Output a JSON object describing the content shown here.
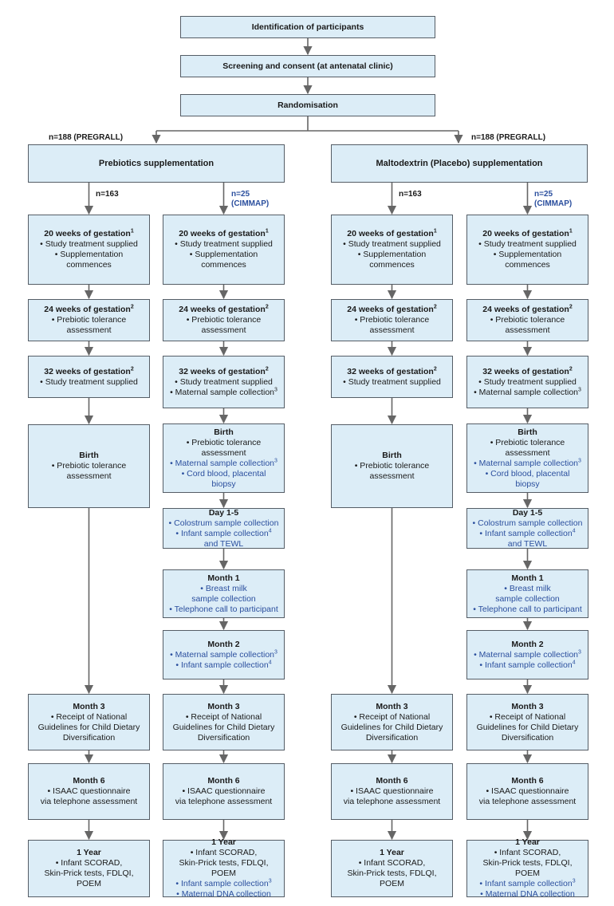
{
  "top_steps": [
    {
      "id": "identification",
      "text": "Identification of participants"
    },
    {
      "id": "screening",
      "text": "Screening and consent (at antenatal clinic)"
    },
    {
      "id": "randomisation",
      "text": "Randomisation"
    }
  ],
  "arms": [
    {
      "id": "prebiotics",
      "label": "n=188 (PREGRALL)",
      "title": "Prebiotics supplementation",
      "branches": [
        {
          "label": [
            "n=163"
          ],
          "label_color": "dark"
        },
        {
          "label": [
            "n=25",
            "(CIMMAP)"
          ],
          "label_color": "blue"
        }
      ]
    },
    {
      "id": "placebo",
      "label": "n=188 (PREGRALL)",
      "title": "Maltodextrin (Placebo) supplementation",
      "branches": [
        {
          "label": [
            "n=163"
          ],
          "label_color": "dark"
        },
        {
          "label": [
            "n=25",
            "(CIMMAP)"
          ],
          "label_color": "blue"
        }
      ]
    }
  ],
  "column_boxes": {
    "pregrall": [
      {
        "id": "w20",
        "title": "20 weeks of gestation",
        "sup": "1",
        "lines": [
          {
            "t": "• Study treatment supplied"
          },
          {
            "t": "• Supplementation"
          },
          {
            "t": "commences"
          }
        ]
      },
      {
        "id": "w24",
        "title": "24 weeks of gestation",
        "sup": "2",
        "lines": [
          {
            "t": "• Prebiotic tolerance"
          },
          {
            "t": "assessment"
          }
        ]
      },
      {
        "id": "w32",
        "title": "32 weeks of gestation",
        "sup": "2",
        "lines": [
          {
            "t": "• Study treatment supplied"
          }
        ]
      },
      {
        "id": "birth",
        "title": "Birth",
        "lines": [
          {
            "t": "• Prebiotic tolerance"
          },
          {
            "t": "assessment"
          }
        ]
      },
      {
        "id": "m3",
        "title": "Month 3",
        "lines": [
          {
            "t": "• Receipt of National"
          },
          {
            "t": "Guidelines for Child Dietary"
          },
          {
            "t": "Diversification"
          }
        ]
      },
      {
        "id": "m6",
        "title": "Month 6",
        "lines": [
          {
            "t": "• ISAAC questionnaire"
          },
          {
            "t": "via telephone assessment"
          }
        ]
      },
      {
        "id": "y1",
        "title": "1 Year",
        "lines": [
          {
            "t": "• Infant SCORAD,"
          },
          {
            "t": "Skin-Prick tests, FDLQI, POEM"
          }
        ]
      }
    ],
    "cimmap": [
      {
        "id": "w20",
        "title": "20 weeks of gestation",
        "sup": "1",
        "lines": [
          {
            "t": "• Study treatment supplied"
          },
          {
            "t": "• Supplementation"
          },
          {
            "t": "commences"
          }
        ]
      },
      {
        "id": "w24",
        "title": "24 weeks of gestation",
        "sup": "2",
        "lines": [
          {
            "t": "• Prebiotic tolerance"
          },
          {
            "t": "assessment"
          }
        ]
      },
      {
        "id": "w32",
        "title": "32 weeks of gestation",
        "sup": "2",
        "lines": [
          {
            "t": "• Study treatment supplied"
          },
          {
            "t": "• Maternal sample collection",
            "sup": "3"
          }
        ]
      },
      {
        "id": "birth",
        "title": "Birth",
        "lines": [
          {
            "t": "• Prebiotic tolerance"
          },
          {
            "t": "assessment"
          },
          {
            "t": "• Maternal sample collection",
            "sup": "3",
            "blue": true
          },
          {
            "t": "• Cord blood, placental",
            "blue": true
          },
          {
            "t": "biopsy",
            "blue": true
          }
        ]
      },
      {
        "id": "d15",
        "title": "Day 1-5",
        "lines": [
          {
            "t": "• Colostrum sample collection",
            "blue": true
          },
          {
            "t": "• Infant sample collection",
            "sup": "4",
            "blue": true
          },
          {
            "t": "and TEWL",
            "blue": true
          }
        ]
      },
      {
        "id": "m1",
        "title": "Month 1",
        "lines": [
          {
            "t": "• Breast milk",
            "blue": true
          },
          {
            "t": "sample collection",
            "blue": true
          },
          {
            "t": "• Telephone call to participant",
            "blue": true
          }
        ]
      },
      {
        "id": "m2",
        "title": "Month 2",
        "lines": [
          {
            "t": "• Maternal sample collection",
            "sup": "3",
            "blue": true
          },
          {
            "t": "• Infant sample collection",
            "sup": "4",
            "blue": true
          }
        ]
      },
      {
        "id": "m3",
        "title": "Month 3",
        "lines": [
          {
            "t": "• Receipt of National"
          },
          {
            "t": "Guidelines for Child Dietary"
          },
          {
            "t": "Diversification"
          }
        ]
      },
      {
        "id": "m6",
        "title": "Month 6",
        "lines": [
          {
            "t": "• ISAAC questionnaire"
          },
          {
            "t": "via telephone assessment"
          }
        ]
      },
      {
        "id": "y1",
        "title": "1 Year",
        "lines": [
          {
            "t": "• Infant SCORAD,"
          },
          {
            "t": "Skin-Prick tests, FDLQI, POEM"
          },
          {
            "t": "• Infant sample collection",
            "sup": "3",
            "blue": true
          },
          {
            "t": "• Maternal DNA collection",
            "blue": true
          }
        ]
      }
    ]
  },
  "colors": {
    "box_fill": "#dcedf7",
    "box_border": "#555d66",
    "arrow": "#666666",
    "blue_text": "#2b4f9e"
  }
}
